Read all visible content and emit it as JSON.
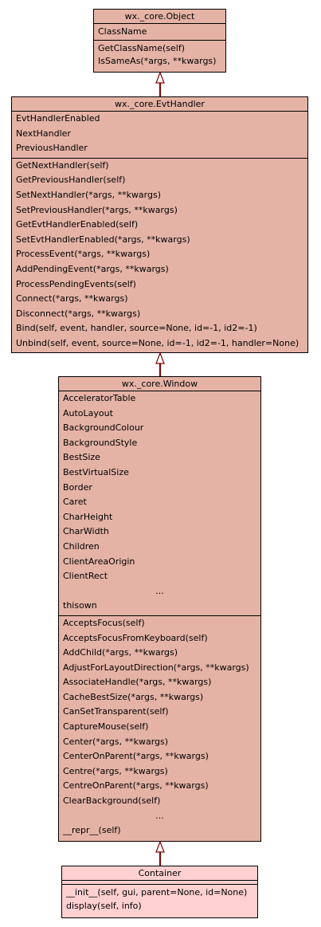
{
  "classes": [
    {
      "name": "wx._core.Object",
      "attributes": [
        "ClassName"
      ],
      "methods": [
        "GetClassName(self)",
        "IsSameAs(*args, **kwargs)"
      ]
    },
    {
      "name": "wx._core.EvtHandler",
      "attributes": [
        "EvtHandlerEnabled",
        "NextHandler",
        "PreviousHandler"
      ],
      "methods": [
        "GetNextHandler(self)",
        "GetPreviousHandler(self)",
        "SetNextHandler(*args, **kwargs)",
        "SetPreviousHandler(*args, **kwargs)",
        "GetEvtHandlerEnabled(self)",
        "SetEvtHandlerEnabled(*args, **kwargs)",
        "ProcessEvent(*args, **kwargs)",
        "AddPendingEvent(*args, **kwargs)",
        "ProcessPendingEvents(self)",
        "Connect(*args, **kwargs)",
        "Disconnect(*args, **kwargs)",
        "Bind(self, event, handler, source=None, id=-1, id2=-1)",
        "Unbind(self, event, source=None, id=-1, id2=-1, handler=None)"
      ]
    },
    {
      "name": "wx._core.Window",
      "attributes": [
        "AcceleratorTable",
        "AutoLayout",
        "BackgroundColour",
        "BackgroundStyle",
        "BestSize",
        "BestVirtualSize",
        "Border",
        "Caret",
        "CharHeight",
        "CharWidth",
        "Children",
        "ClientAreaOrigin",
        "ClientRect",
        "...",
        "thisown"
      ],
      "methods": [
        "AcceptsFocus(self)",
        "AcceptsFocusFromKeyboard(self)",
        "AddChild(*args, **kwargs)",
        "AdjustForLayoutDirection(*args, **kwargs)",
        "AssociateHandle(*args, **kwargs)",
        "CacheBestSize(*args, **kwargs)",
        "CanSetTransparent(self)",
        "CaptureMouse(self)",
        "Center(*args, **kwargs)",
        "CenterOnParent(*args, **kwargs)",
        "Centre(*args, **kwargs)",
        "CentreOnParent(*args, **kwargs)",
        "ClearBackground(self)",
        "...",
        "__repr__(self)"
      ]
    },
    {
      "name": "Container",
      "attributes": [],
      "methods": [
        "__init__(self, gui, parent=None, id=None)",
        "display(self, info)"
      ]
    }
  ],
  "colors": {
    "class_fill": "#e5b3a6",
    "leaf_fill": "#ffd0d0",
    "border": "#000000",
    "inheritance_arrow": "#800000"
  }
}
